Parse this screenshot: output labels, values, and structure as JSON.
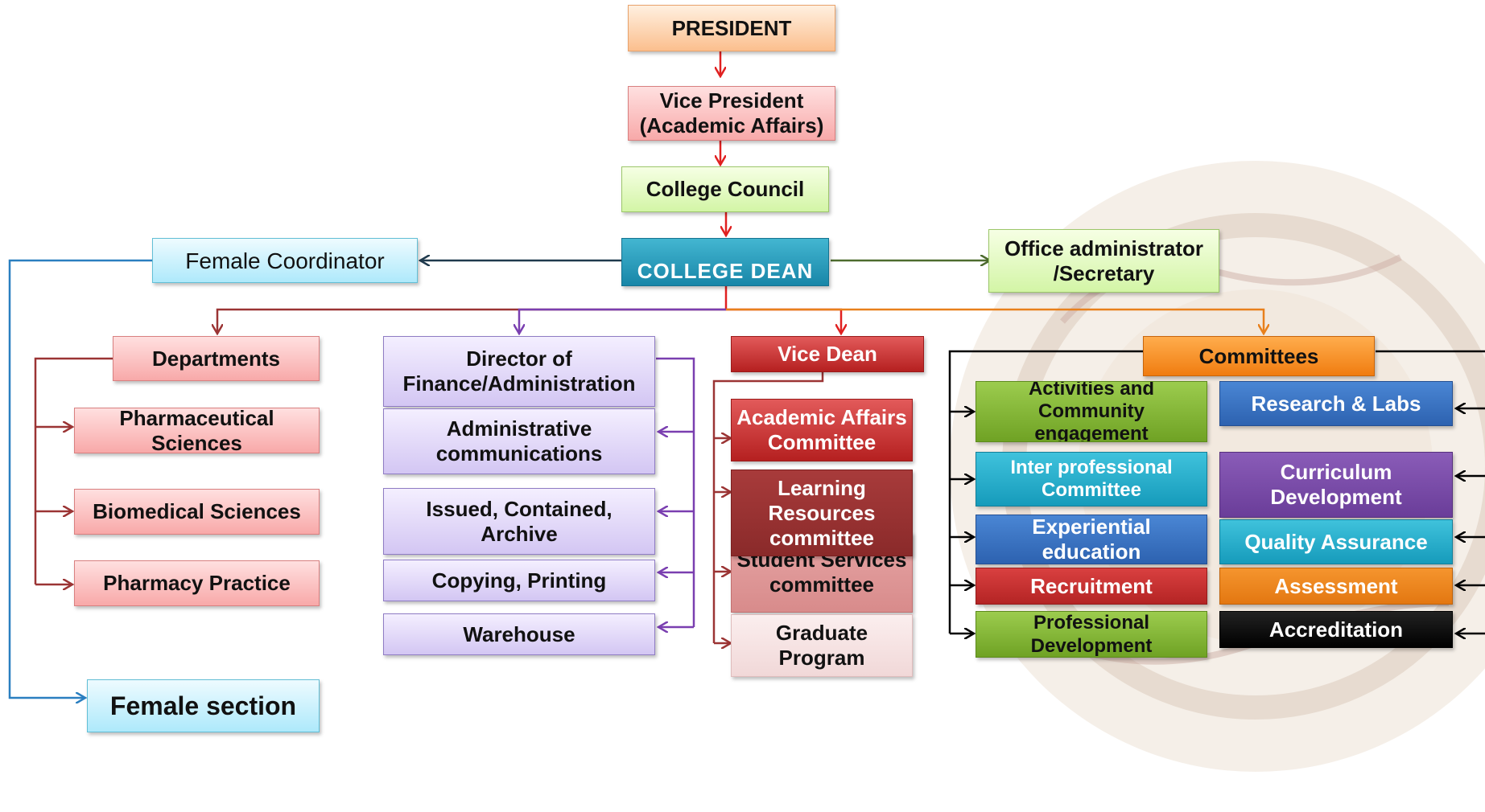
{
  "nodes": {
    "president": "PRESIDENT",
    "vice_president": "Vice President (Academic Affairs)",
    "college_council": "College Council",
    "college_dean": "COLLEGE  DEAN",
    "female_coordinator": "Female Coordinator",
    "office_admin": "Office administrator /Secretary",
    "departments": "Departments",
    "pharmaceutical_sciences": "Pharmaceutical Sciences",
    "biomedical_sciences": "Biomedical Sciences",
    "pharmacy_practice": "Pharmacy Practice",
    "female_section": "Female section",
    "director_finance": "Director of Finance/Administration",
    "admin_communications": "Administrative communications",
    "issued_archive": "Issued, Contained, Archive",
    "copying_printing": "Copying, Printing",
    "warehouse": "Warehouse",
    "vice_dean": "Vice Dean",
    "academic_affairs": "Academic Affairs Committee",
    "learning_resources": "Learning Resources committee",
    "student_services": "Student Services committee",
    "graduate_program": "Graduate Program",
    "committees": "Committees",
    "activities_community": "Activities and Community engagement",
    "research_labs": "Research  & Labs",
    "inter_professional": "Inter professional Committee",
    "curriculum_development": "Curriculum Development",
    "experiential_education": "Experiential education",
    "quality_assurance": "Quality Assurance",
    "recruitment": "Recruitment",
    "assessment": "Assessment",
    "professional_development": "Professional Development",
    "accreditation": "Accreditation"
  },
  "colors": {
    "red_line": "#e02020",
    "dark_line": "#1f3a4d",
    "green_line": "#4d6b2e",
    "maroon_line": "#9b3434",
    "purple_line": "#7a3fb0",
    "orange_line": "#e8801c",
    "blue_line": "#2a7fc0",
    "black_line": "#000000"
  }
}
